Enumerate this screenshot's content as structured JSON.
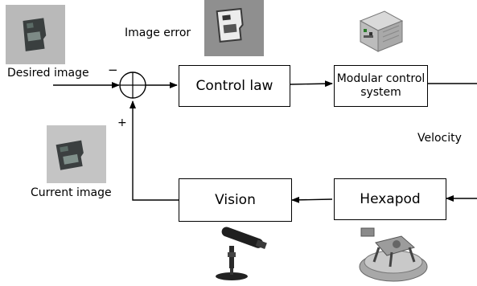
{
  "labels": {
    "desired_image": "Desired image",
    "minus_sign": "−",
    "plus_sign": "+",
    "image_error": "Image error",
    "current_image": "Current image",
    "velocity": "Velocity"
  },
  "blocks": {
    "control_law": "Control law",
    "modular_control_line1": "Modular control",
    "modular_control_line2": "system",
    "vision": "Vision",
    "hexapod": "Hexapod"
  },
  "photos": {
    "desired_image": "microsd-card-desired-photo",
    "image_error": "microsd-card-error-photo",
    "current_image": "microsd-card-current-photo",
    "controller": "modular-controller-photo",
    "microscope": "usb-microscope-photo",
    "hexapod": "hexapod-robot-photo"
  }
}
